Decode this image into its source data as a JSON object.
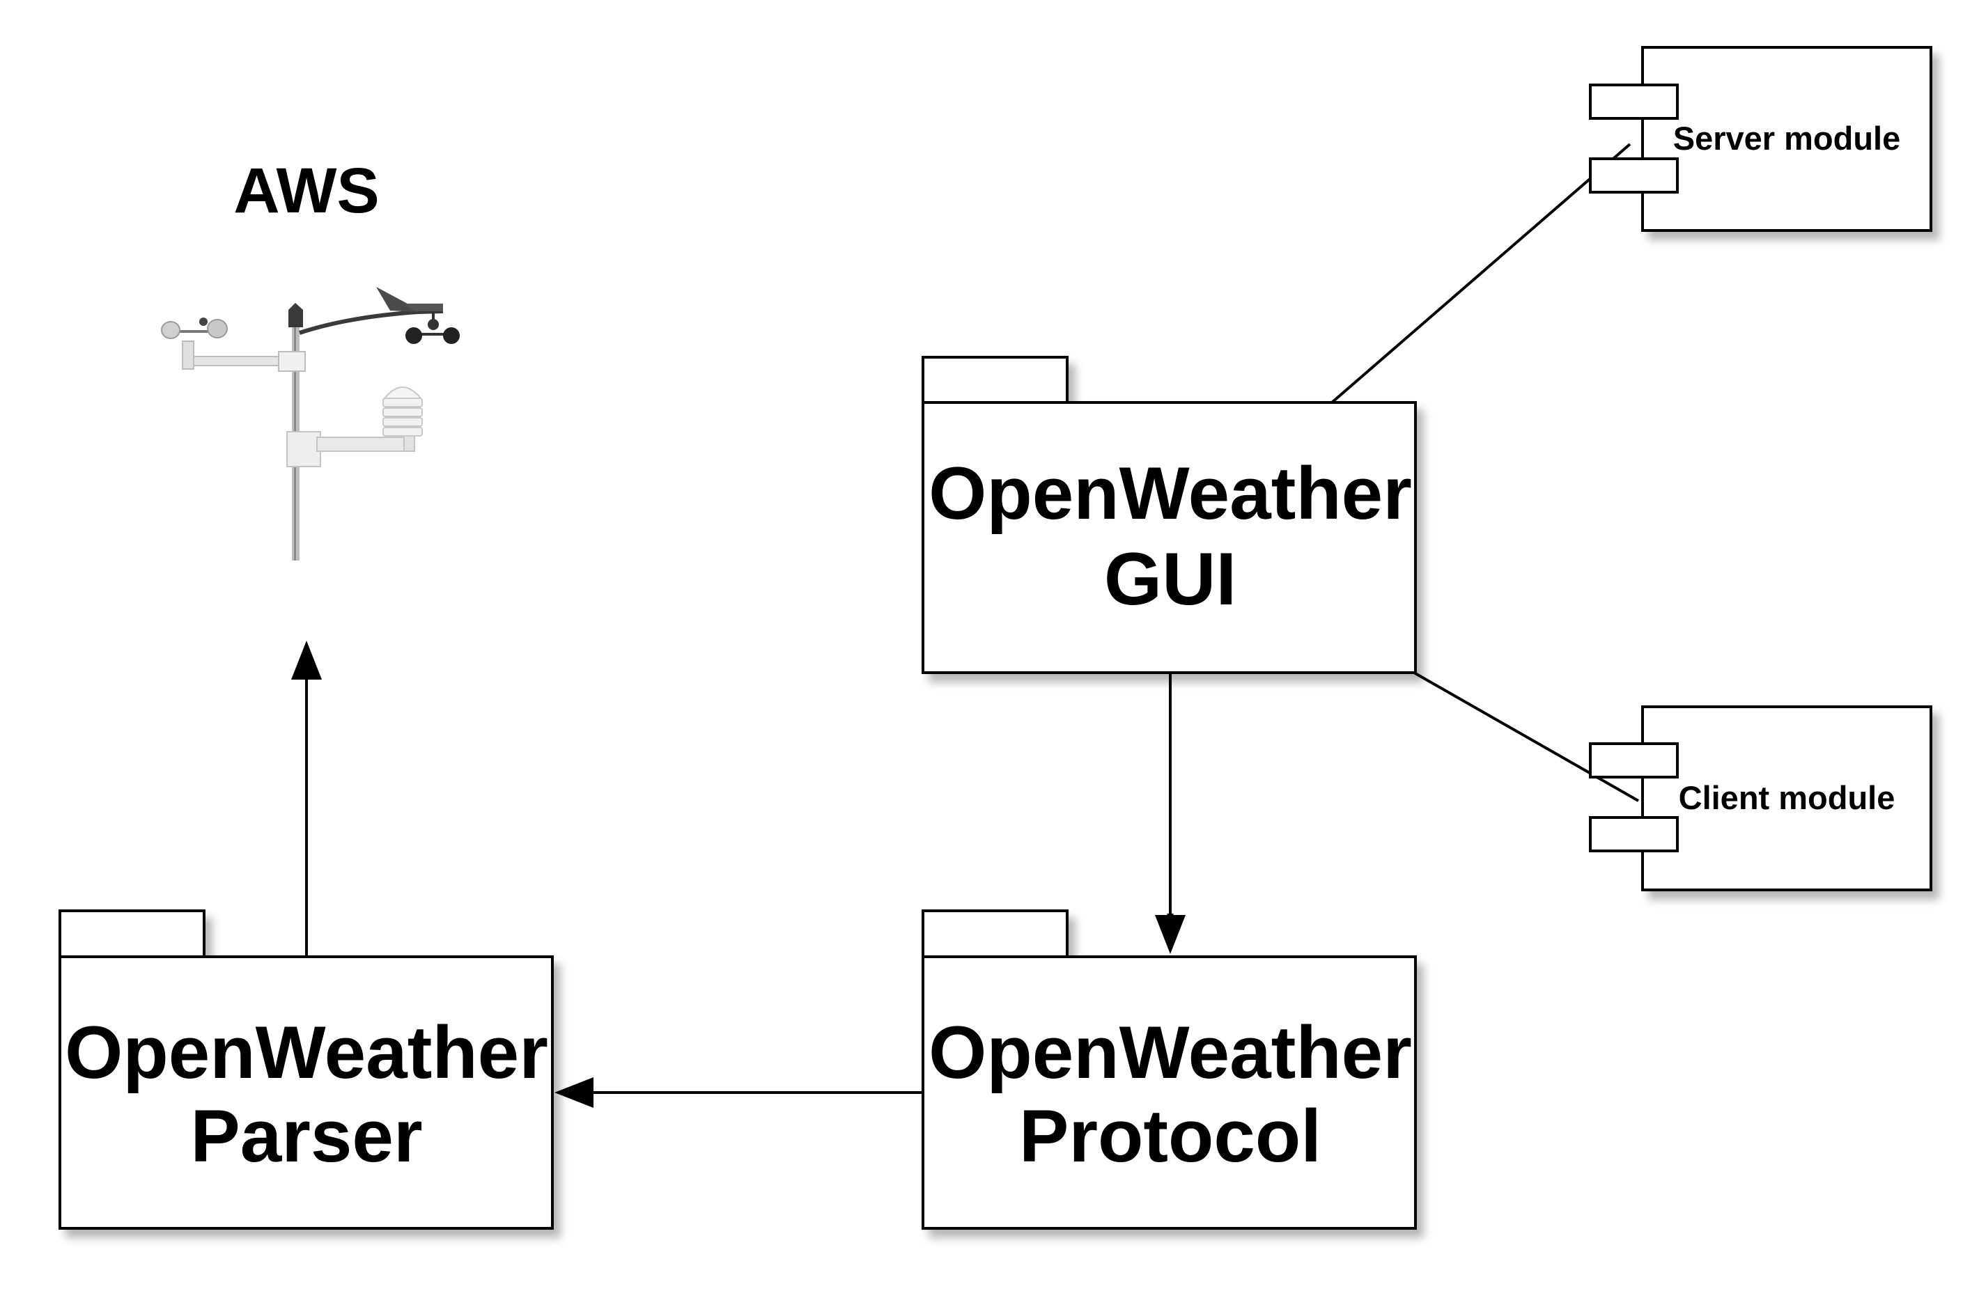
{
  "aws": {
    "label": "AWS"
  },
  "packages": {
    "gui": {
      "line1": "OpenWeather",
      "line2": "GUI"
    },
    "protocol": {
      "line1": "OpenWeather",
      "line2": "Protocol"
    },
    "parser": {
      "line1": "OpenWeather",
      "line2": "Parser"
    }
  },
  "modules": {
    "server": {
      "label": "Server module"
    },
    "client": {
      "label": "Client module"
    }
  },
  "icons": {
    "weather_station": "weather-station-icon"
  },
  "colors": {
    "stroke": "#000000",
    "background": "#ffffff",
    "shadow": "#c8c8c8"
  }
}
